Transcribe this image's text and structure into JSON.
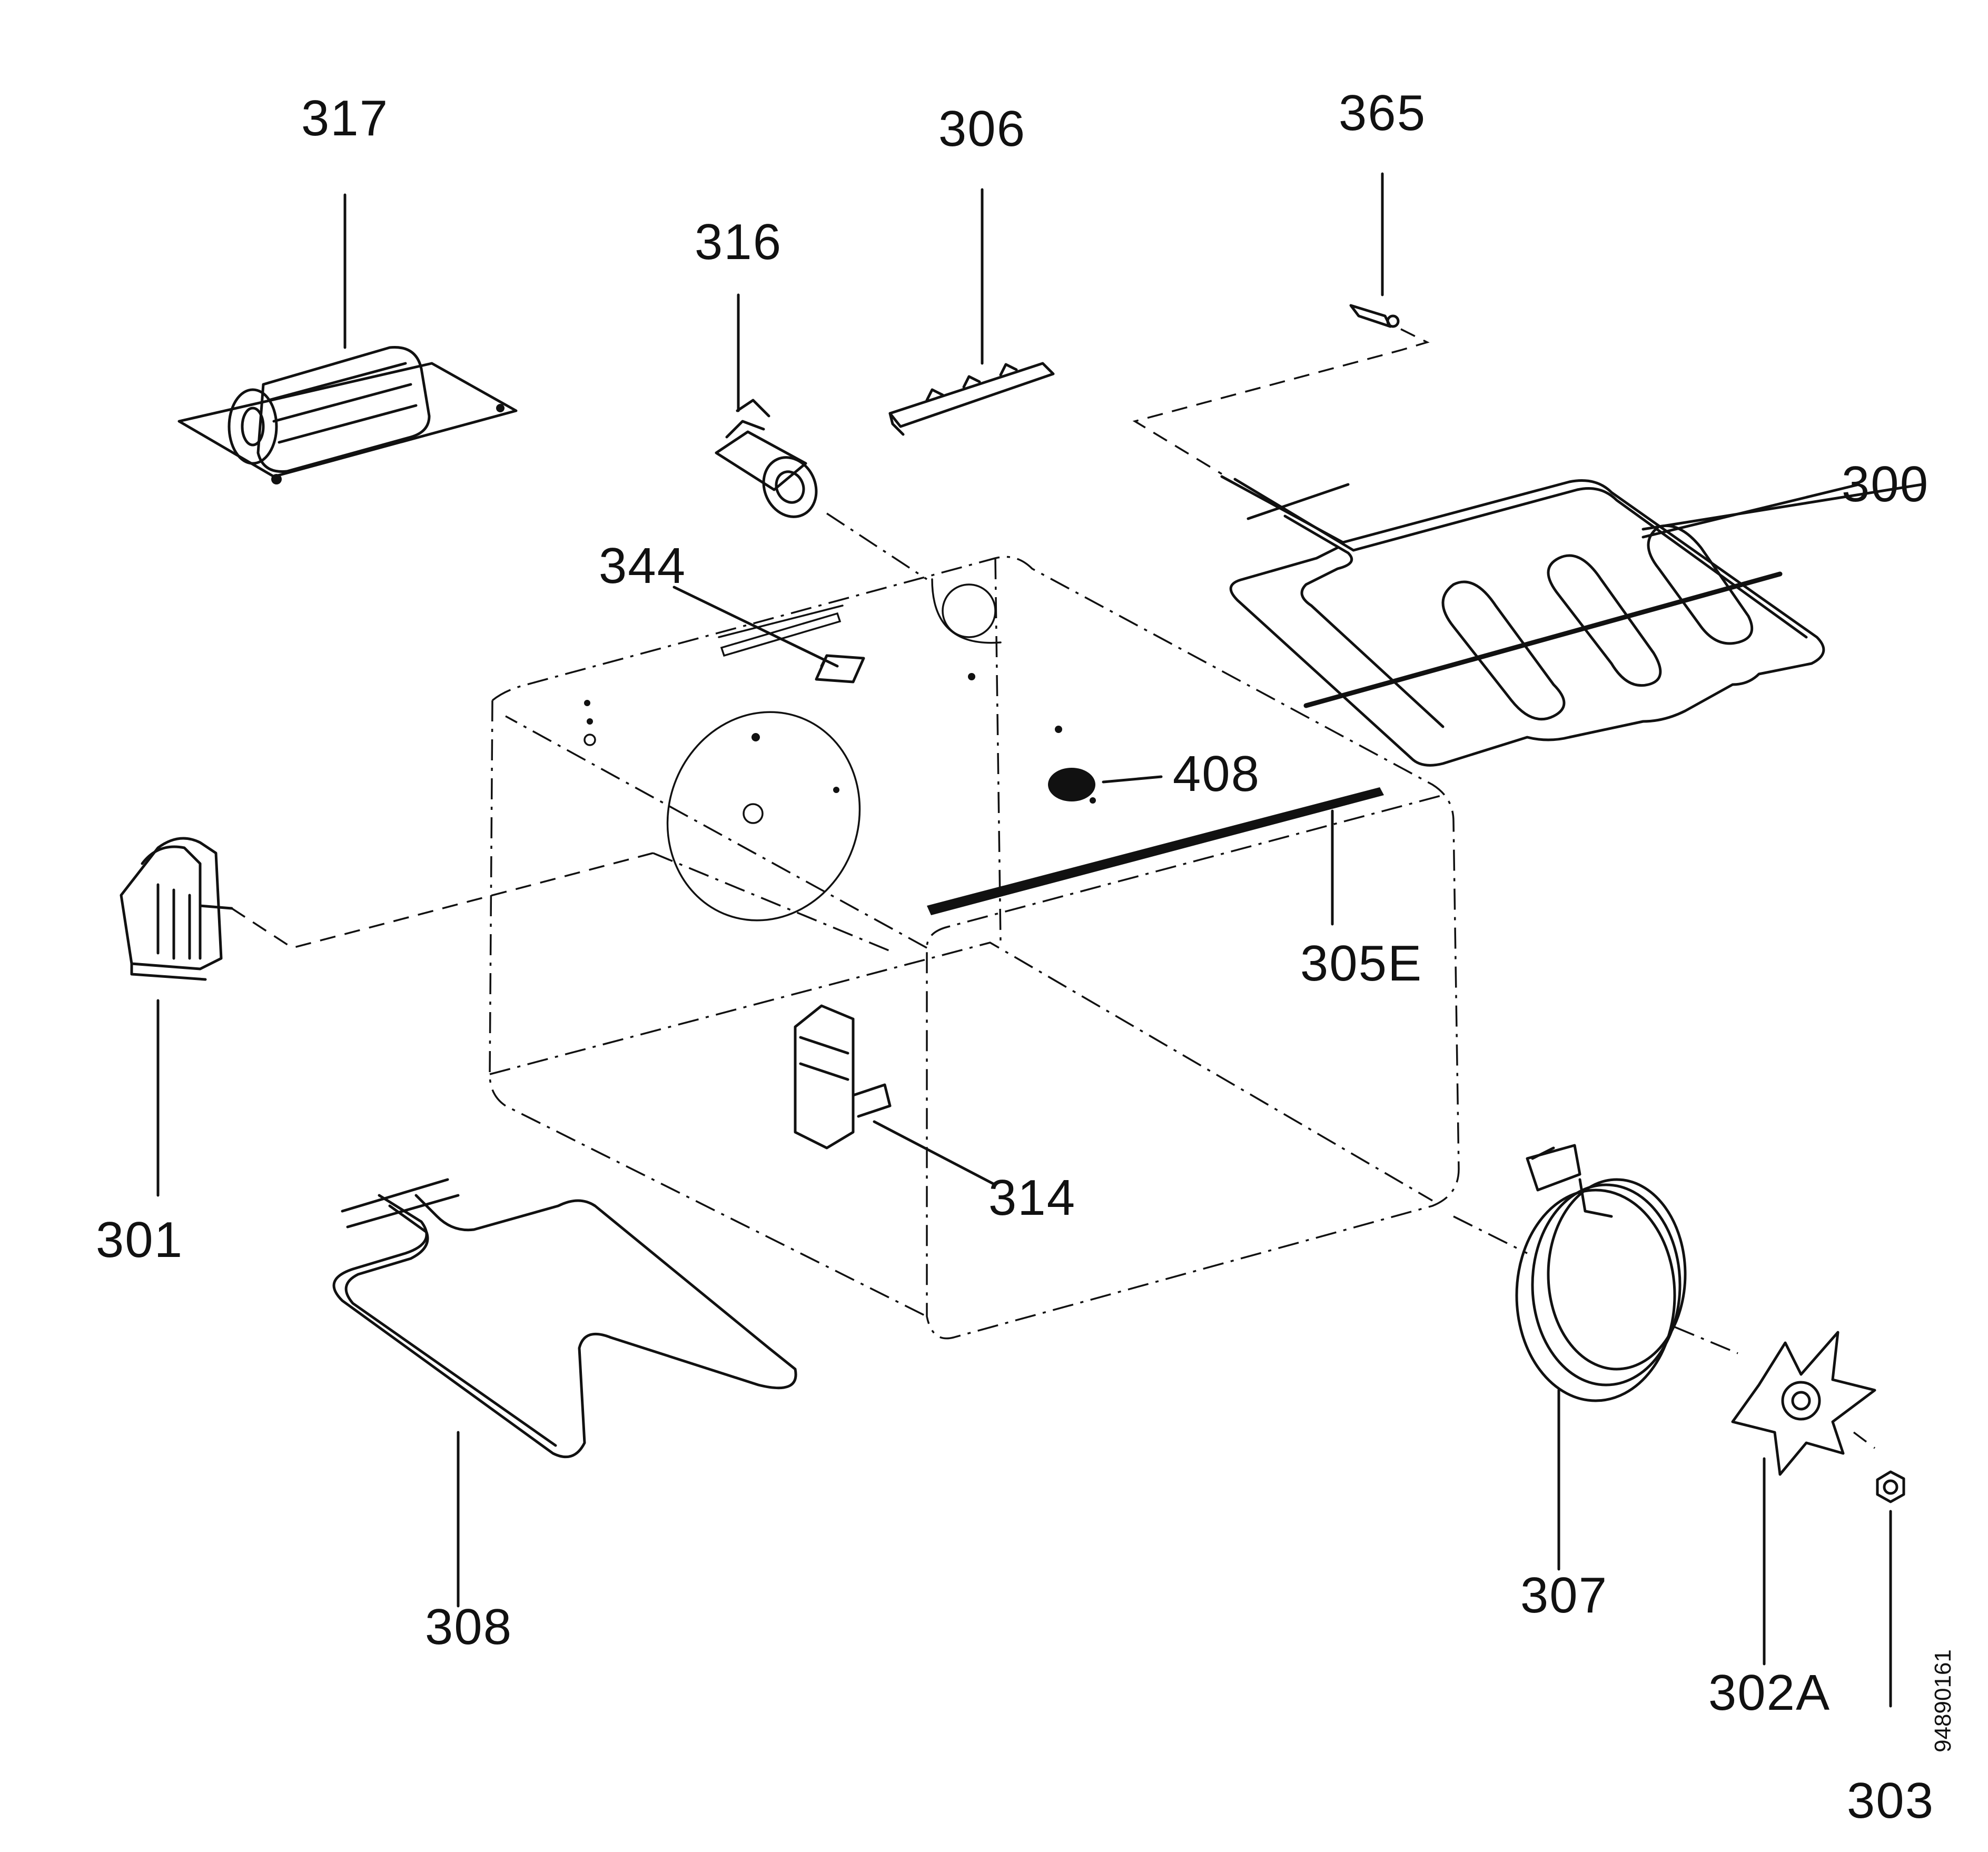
{
  "diagram": {
    "part_labels": {
      "p317": "317",
      "p316": "316",
      "p306": "306",
      "p365": "365",
      "p300": "300",
      "p344": "344",
      "p408": "408",
      "p305e": "305E",
      "p301": "301",
      "p314": "314",
      "p308": "308",
      "p307": "307",
      "p302a": "302A",
      "p303": "303"
    },
    "document_number": "94890161"
  }
}
